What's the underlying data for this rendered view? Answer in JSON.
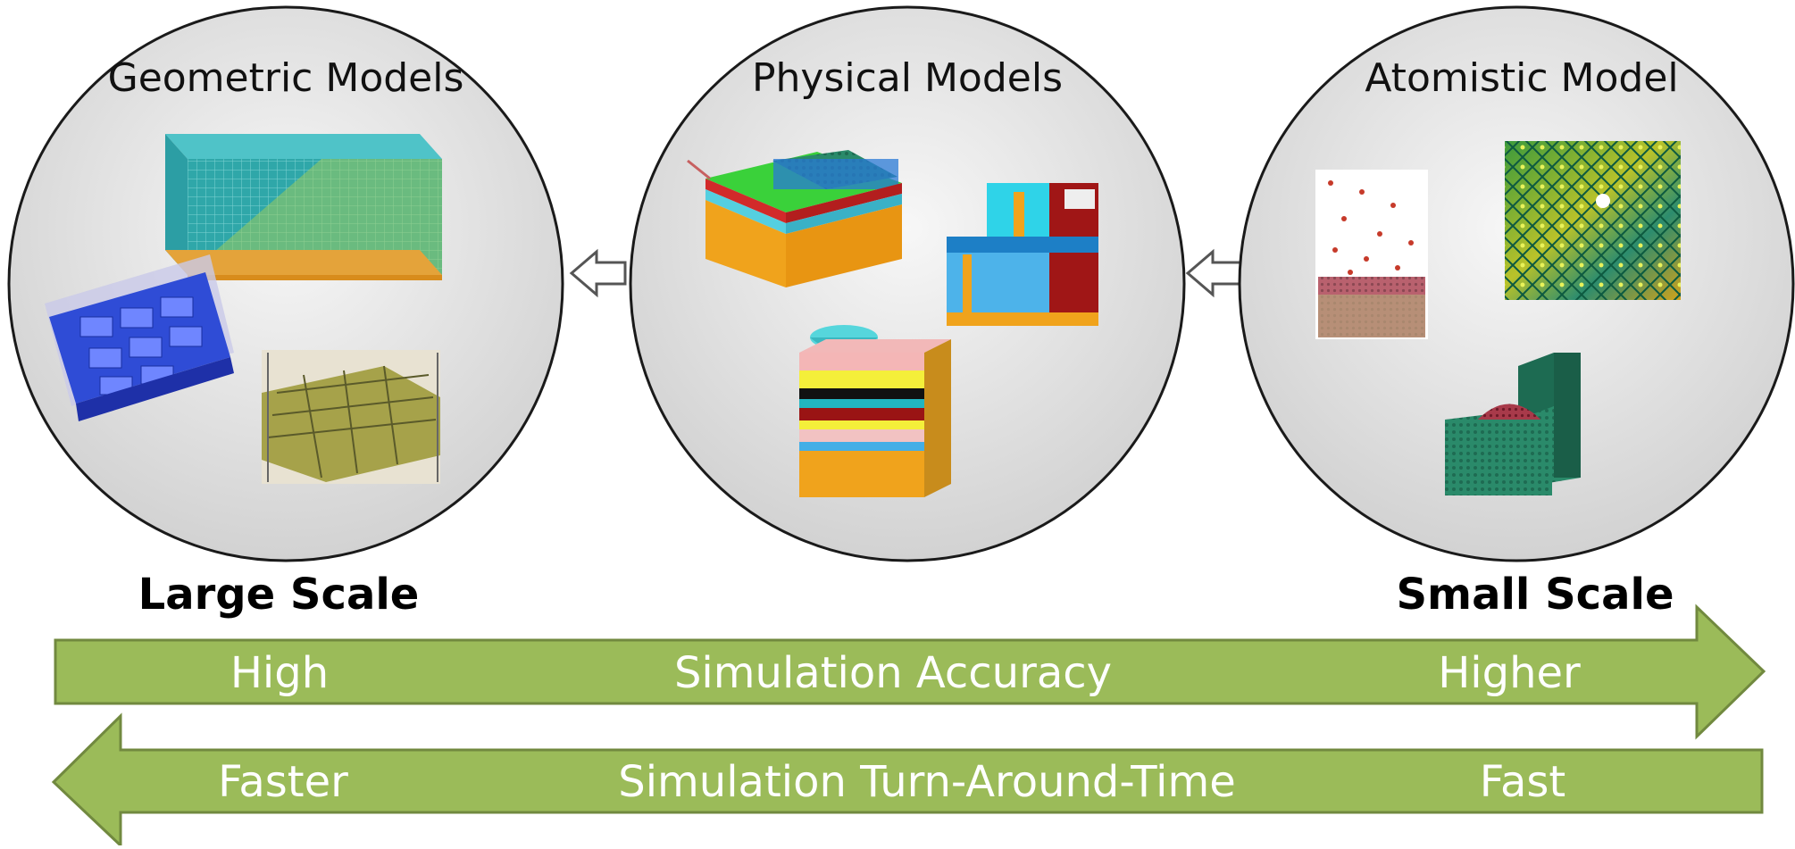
{
  "circles": {
    "geometric": {
      "title": "Geometric Models"
    },
    "physical": {
      "title": "Physical Models"
    },
    "atomistic": {
      "title": "Atomistic Model"
    }
  },
  "scale": {
    "large": "Large Scale",
    "small": "Small Scale"
  },
  "accuracy_arrow": {
    "left": "High",
    "center": "Simulation Accuracy",
    "right": "Higher"
  },
  "time_arrow": {
    "left": "Faster",
    "center": "Simulation Turn-Around-Time",
    "right": "Fast"
  },
  "colors": {
    "arrow_fill": "#9bbb59",
    "arrow_stroke": "#71893f",
    "circle_fill": "#e4e4e4",
    "circle_stroke": "#1a1a1a"
  }
}
